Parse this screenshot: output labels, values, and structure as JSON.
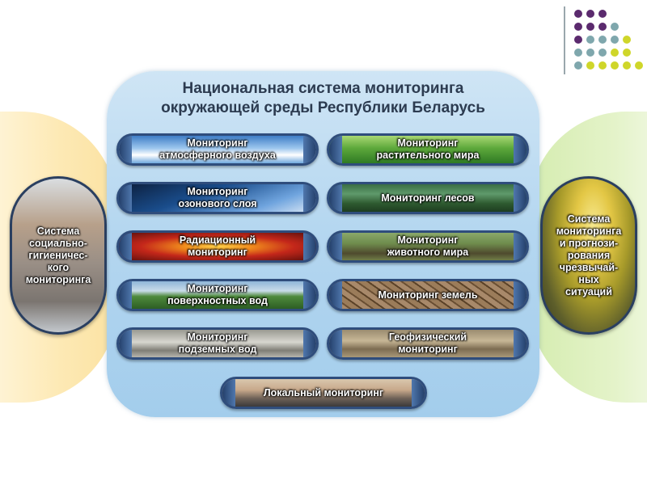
{
  "title": {
    "line1": "Национальная система мониторинга",
    "line2": "окружающей среды Республики Беларусь"
  },
  "left_system": {
    "lines": [
      "Система",
      "социально-",
      "гигиеничес-",
      "кого",
      "мониторинга"
    ]
  },
  "right_system": {
    "lines": [
      "Система",
      "мониторинга",
      "и прогнози-",
      "рования",
      "чрезвычай-",
      "ных",
      "ситуаций"
    ]
  },
  "left_column": [
    {
      "id": "air",
      "lines": [
        "Мониторинг",
        "атмосферного воздуха"
      ]
    },
    {
      "id": "ozone",
      "lines": [
        "Мониторинг",
        "озонового слоя"
      ]
    },
    {
      "id": "radiation",
      "lines": [
        "Радиационный",
        "мониторинг"
      ]
    },
    {
      "id": "surface-water",
      "lines": [
        "Мониторинг",
        "поверхностных вод"
      ]
    },
    {
      "id": "groundwater",
      "lines": [
        "Мониторинг",
        "подземных вод"
      ]
    }
  ],
  "right_column": [
    {
      "id": "plants",
      "lines": [
        "Мониторинг",
        "растительного мира"
      ]
    },
    {
      "id": "forests",
      "lines": [
        "Мониторинг лесов"
      ]
    },
    {
      "id": "animals",
      "lines": [
        "Мониторинг",
        "животного мира"
      ]
    },
    {
      "id": "land",
      "lines": [
        "Мониторинг земель"
      ]
    },
    {
      "id": "geophysical",
      "lines": [
        "Геофизический",
        "мониторинг"
      ]
    }
  ],
  "bottom": {
    "id": "local",
    "lines": [
      "Локальный мониторинг"
    ]
  },
  "colors": {
    "panel": "#b5d7f0",
    "left_side": "#fde9b4",
    "right_side": "#d5ecb0",
    "pill_border": "#2f4d7c",
    "dot_purple": "#5b2a6e",
    "dot_teal": "#7fa7ad",
    "dot_lime": "#cfd62a"
  }
}
